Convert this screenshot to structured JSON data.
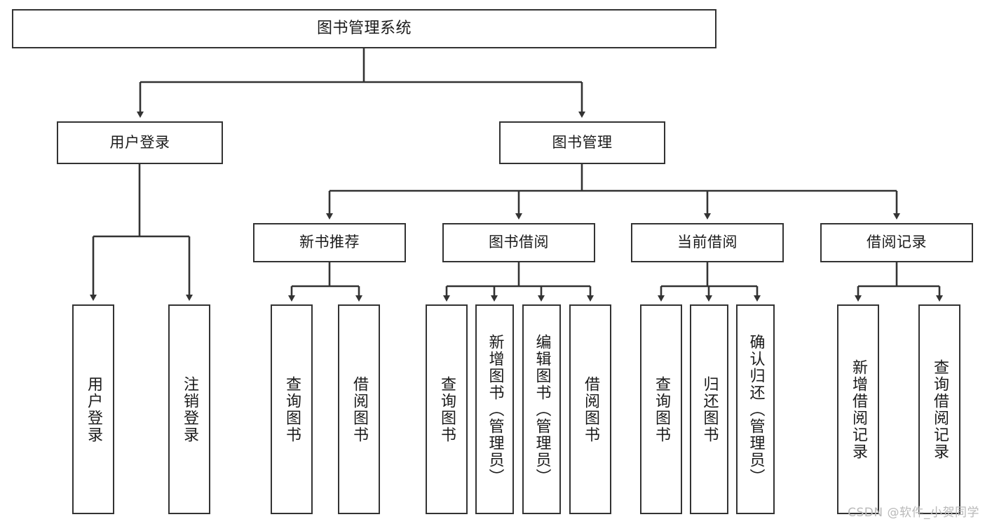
{
  "diagram": {
    "title_text": "图书管理系统",
    "type": "hierarchy-tree",
    "watermark": "CSDN @软件_小贺同学",
    "colors": {
      "background": "#ffffff",
      "box_border": "#333333",
      "box_fill": "#ffffff",
      "text": "#1b1b1b",
      "connector": "#333333",
      "watermark": "#b9b9b9"
    }
  },
  "nodes": {
    "root": {
      "label": "图书管理系统",
      "level": 1
    },
    "level2": [
      {
        "id": "user-login",
        "label": "用户登录"
      },
      {
        "id": "book-manage",
        "label": "图书管理"
      }
    ],
    "level3": [
      {
        "id": "new-book-recommend",
        "label": "新书推荐"
      },
      {
        "id": "book-borrow",
        "label": "图书借阅"
      },
      {
        "id": "current-borrow",
        "label": "当前借阅"
      },
      {
        "id": "borrow-record",
        "label": "借阅记录"
      }
    ],
    "leaves": {
      "user-login": [
        {
          "id": "leaf-user-login",
          "label": "用户登录"
        },
        {
          "id": "leaf-logout",
          "label": "注销登录"
        }
      ],
      "new-book-recommend": [
        {
          "id": "leaf-query-book-1",
          "label": "查询图书"
        },
        {
          "id": "leaf-borrow-book-1",
          "label": "借阅图书"
        }
      ],
      "book-borrow": [
        {
          "id": "leaf-query-book-2",
          "label": "查询图书"
        },
        {
          "id": "leaf-add-book",
          "label": "新增图书（管理员）"
        },
        {
          "id": "leaf-edit-book",
          "label": "编辑图书（管理员）"
        },
        {
          "id": "leaf-borrow-book-2",
          "label": "借阅图书"
        }
      ],
      "current-borrow": [
        {
          "id": "leaf-query-book-3",
          "label": "查询图书"
        },
        {
          "id": "leaf-return-book",
          "label": "归还图书"
        },
        {
          "id": "leaf-confirm-return",
          "label": "确认归还（管理员）"
        }
      ],
      "borrow-record": [
        {
          "id": "leaf-add-record",
          "label": "新增借阅记录"
        },
        {
          "id": "leaf-query-record",
          "label": "查询借阅记录"
        }
      ]
    }
  }
}
